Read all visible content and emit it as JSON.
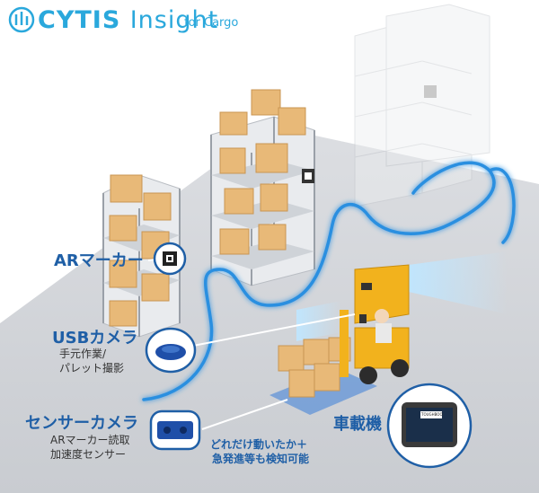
{
  "brand": {
    "name": "CYTIS",
    "product": "Insight",
    "tagline": "for Cargo",
    "accent": "#2aa8dc"
  },
  "labels": {
    "ar_marker": "ARマーカー",
    "usb_camera": "USBカメラ",
    "usb_camera_desc_1": "手元作業/",
    "usb_camera_desc_2": "パレット撮影",
    "sensor_camera": "センサーカメラ",
    "sensor_desc_1": "ARマーカー読取",
    "sensor_desc_2": "加速度センサー",
    "detection_1": "どれだけ動いたか＋",
    "detection_2": "急発進等も検知可能",
    "vehicle_device": "車載機",
    "tablet_brand": "TOUGHBOOK"
  },
  "colors": {
    "label_blue": "#1f5fa6",
    "floor": "#d2d4d8",
    "path_glow": "#2b8fe0",
    "forklift": "#f2b21d",
    "box": "#e8b978",
    "shelf": "#c5c9cf"
  }
}
